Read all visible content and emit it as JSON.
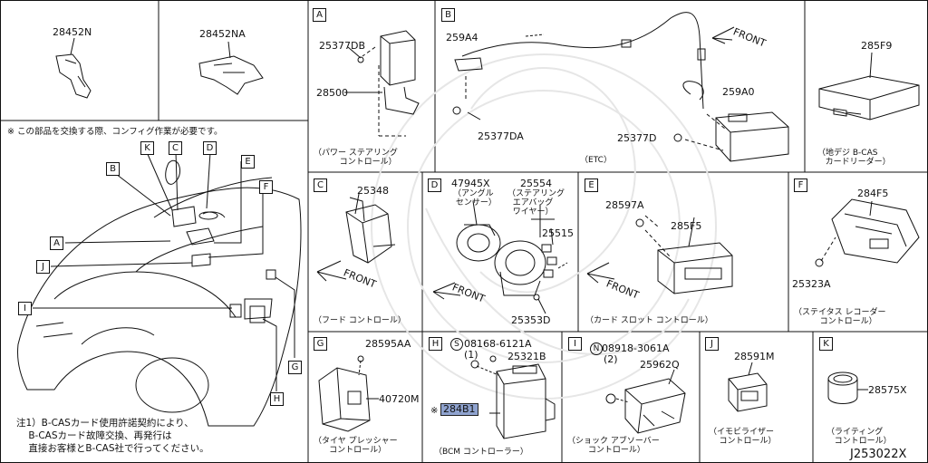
{
  "panels": {
    "p1": {
      "part": "28452N"
    },
    "p2": {
      "part": "28452NA"
    },
    "A": {
      "key": "A",
      "parts": [
        "25377DB",
        "28500"
      ],
      "caption": "（パワー ステアリング\n          コントロール）"
    },
    "B": {
      "key": "B",
      "parts": [
        "259A4",
        "25377DA",
        "259A0",
        "25377D"
      ],
      "front": "FRONT",
      "caption": "（ETC）"
    },
    "c285F9": {
      "part": "285F9",
      "caption": "（地デジ B-CAS\n   カードリーダー）"
    },
    "C": {
      "key": "C",
      "parts": [
        "25348"
      ],
      "front": "FRONT",
      "caption": "（フード コントロール）"
    },
    "D": {
      "key": "D",
      "parts": [
        "47945X",
        "25554",
        "25515",
        "25353D"
      ],
      "sub1": "（アングル\n センサー）",
      "sub2": "（ステアリング\n  エアバッグ\n  ワイヤー）",
      "front": "FRONT"
    },
    "E": {
      "key": "E",
      "parts": [
        "28597A",
        "285F5"
      ],
      "front": "FRONT",
      "caption": "（カード スロット コントロール）"
    },
    "F": {
      "key": "F",
      "parts": [
        "284F5",
        "25323A"
      ],
      "caption": "（ステイタス レコーダー\n          コントロール）"
    },
    "G": {
      "key": "G",
      "parts": [
        "28595AA",
        "40720M"
      ],
      "caption": "（タイヤ プレッシャー\n      コントロール）"
    },
    "H": {
      "key": "H",
      "parts": [
        "08168-6121A",
        "(1)",
        "25321B",
        "284B1"
      ],
      "caption": "（BCM コントローラー）",
      "mark": "※",
      "circle": "S"
    },
    "I": {
      "key": "I",
      "parts": [
        "08918-3061A",
        "(2)",
        "25962Q"
      ],
      "caption": "（ショック アブソーバー\n        コントロール）",
      "circle": "N"
    },
    "J": {
      "key": "J",
      "parts": [
        "28591M"
      ],
      "caption": "（イモビライザー\n    コントロール）"
    },
    "K": {
      "key": "K",
      "parts": [
        "28575X"
      ],
      "caption": "（ライティング\n   コントロール）"
    }
  },
  "overview": {
    "notice": "※ この部品を交換する際、コンフィグ作業が必要です。",
    "callouts": [
      "K",
      "C",
      "D",
      "B",
      "E",
      "F",
      "A",
      "J",
      "I",
      "G",
      "H"
    ],
    "footnote": "注1）B-CASカード使用許諾契約により、\n    B-CASカード故障交換、再発行は\n    直接お客様とB-CAS社で行ってください。"
  },
  "drawing_id": "J253022X"
}
